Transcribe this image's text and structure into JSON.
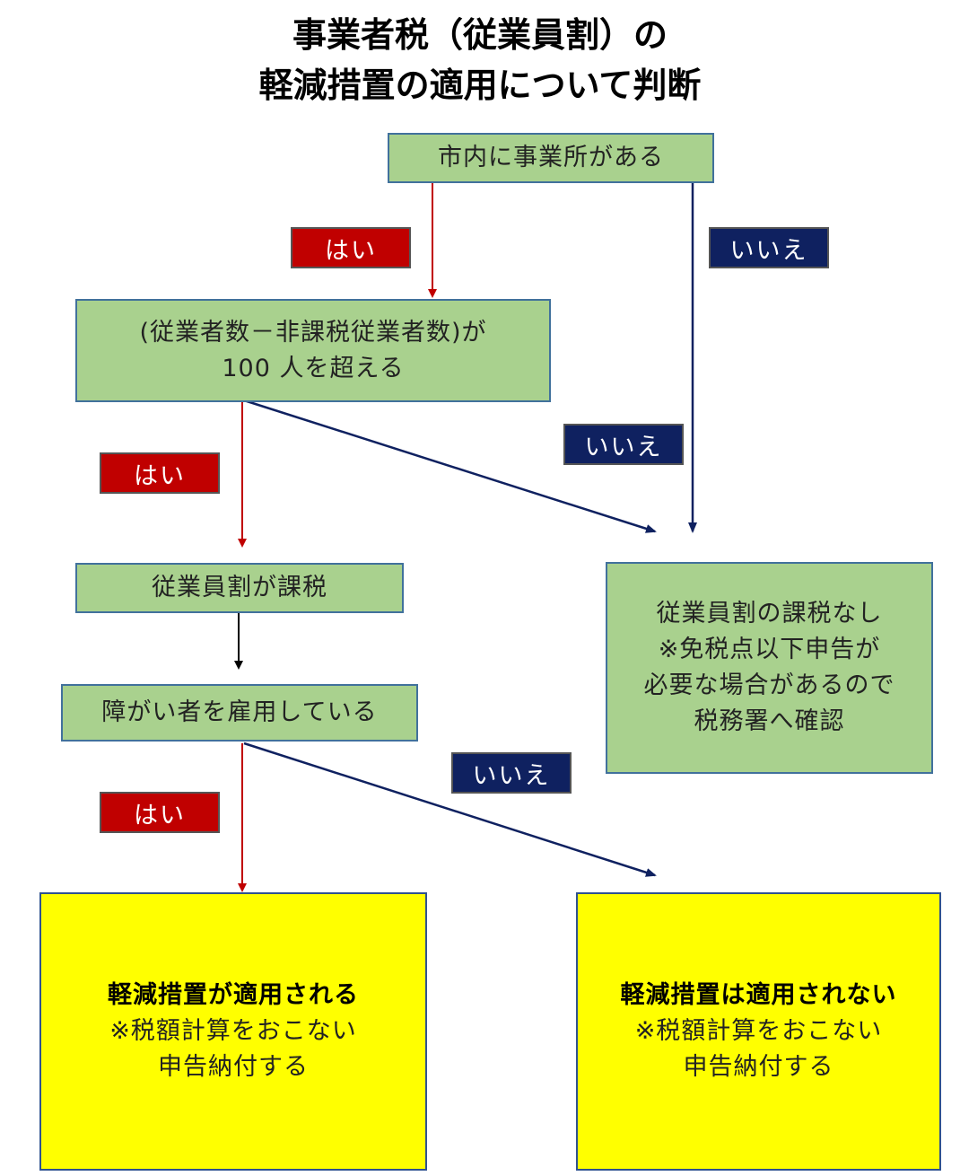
{
  "title": {
    "line1": "事業者税（従業員割）の",
    "line2": "軽減措置の適用について判断"
  },
  "nodes": {
    "q1": {
      "line1": "市内に事業所がある"
    },
    "q2": {
      "line1": "(従業者数－非課税従業者数)が",
      "line2": "100 人を超える"
    },
    "q3": {
      "line1": "従業員割が課税"
    },
    "q4": {
      "line1": "障がい者を雇用している"
    },
    "no_tax": {
      "line1": "従業員割の課税なし",
      "line2": "※免税点以下申告が",
      "line3": "必要な場合があるので",
      "line4": "税務署へ確認"
    },
    "applied": {
      "line1": "軽減措置が適用される",
      "line2": "※税額計算をおこない",
      "line3": "申告納付する"
    },
    "not_applied": {
      "line1": "軽減措置は適用されない",
      "line2": "※税額計算をおこない",
      "line3": "申告納付する"
    }
  },
  "labels": {
    "yes1": "はい",
    "no1": "いいえ",
    "yes2": "はい",
    "no2": "いいえ",
    "yes3": "はい",
    "no3": "いいえ"
  },
  "colors": {
    "decision_fill": "#a9d18e",
    "result_fill": "#ffff00",
    "yes_fill": "#c00000",
    "no_fill": "#0f2160",
    "yes_arrow": "#c00000",
    "no_arrow": "#0f2160"
  }
}
